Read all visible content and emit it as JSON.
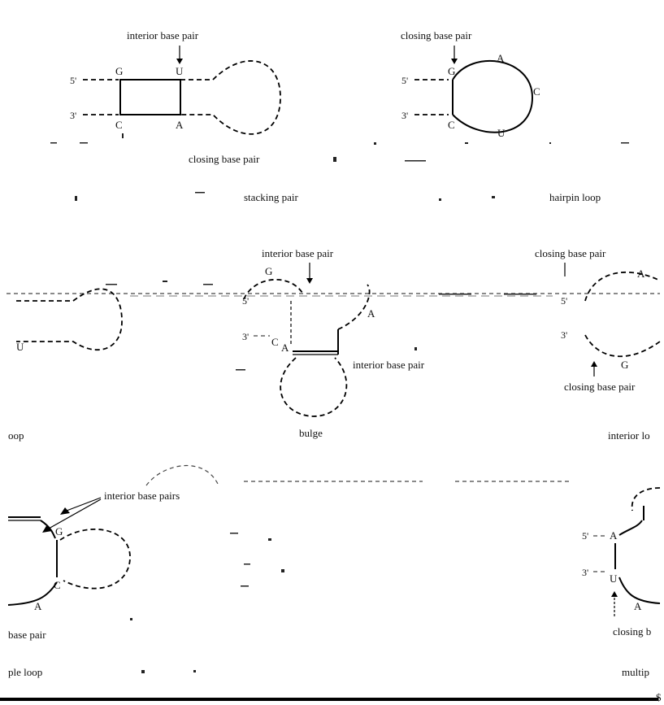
{
  "panels": {
    "stacking": {
      "label": "stacking pair",
      "top_label": "interior base pair",
      "bottom_label": "closing base pair",
      "end5": "5'",
      "end3": "3'",
      "bases": {
        "tl": "G",
        "tr": "U",
        "bl": "C",
        "br": "A"
      }
    },
    "hairpin": {
      "label": "hairpin loop",
      "top_label": "closing base pair",
      "end5": "5'",
      "end3": "3'",
      "bases": {
        "stem_top": "G",
        "stem_bottom": "C",
        "loop_a": "A",
        "loop_c": "C",
        "loop_u": "U"
      }
    },
    "left_loop": {
      "label": "oop",
      "base_u": "U"
    },
    "bulge": {
      "label": "bulge",
      "top_label": "interior base pair",
      "side_label": "interior base pair",
      "end5": "5'",
      "end3": "3'",
      "bases": {
        "g": "G",
        "c": "C",
        "a": "A"
      }
    },
    "interior": {
      "label": "interior lo",
      "top_label": "closing base pair",
      "bottom_label": "closing base pair",
      "end5": "5'",
      "end3": "3'",
      "bases": {
        "a": "A",
        "g": "G"
      }
    },
    "bottom_left": {
      "label": "ple loop",
      "pairs_label": "interior base pairs",
      "bottom_label": "base pair",
      "bases": {
        "g": "G",
        "c": "C",
        "a": "A"
      }
    },
    "multi": {
      "label": "multip",
      "bottom_label": "closing b",
      "end5": "5'",
      "end3": "3'",
      "bases": {
        "a": "A",
        "u": "U",
        "a2": "A"
      }
    }
  },
  "corner_mark": "$"
}
